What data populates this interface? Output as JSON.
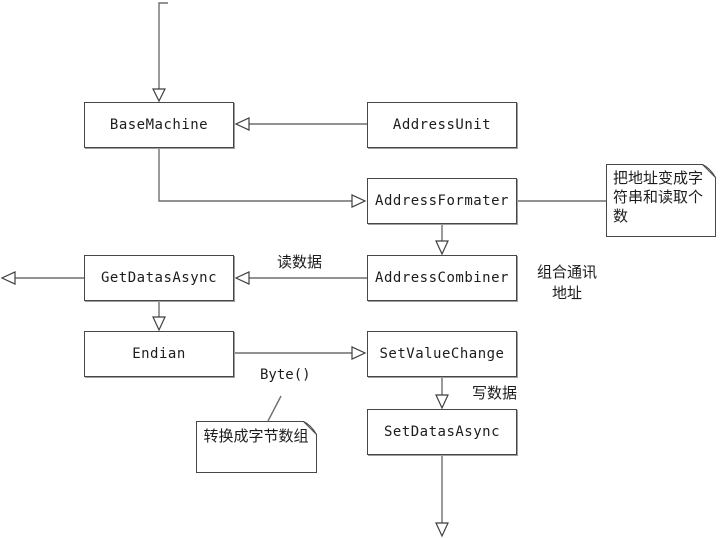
{
  "diagram": {
    "nodes": [
      {
        "id": "base-machine",
        "label": "BaseMachine"
      },
      {
        "id": "address-unit",
        "label": "AddressUnit"
      },
      {
        "id": "address-formater",
        "label": "AddressFormater"
      },
      {
        "id": "get-datas-async",
        "label": "GetDatasAsync"
      },
      {
        "id": "address-combiner",
        "label": "AddressCombiner"
      },
      {
        "id": "endian",
        "label": "Endian"
      },
      {
        "id": "set-value-change",
        "label": "SetValueChange"
      },
      {
        "id": "set-datas-async",
        "label": "SetDatasAsync"
      }
    ],
    "notes": [
      {
        "id": "note-address-format",
        "text": "把地址变成字符串和读取个数"
      },
      {
        "id": "note-byte-array",
        "text": "转换成字节数组"
      }
    ],
    "edge_labels": [
      {
        "id": "read-data",
        "text": "读数据"
      },
      {
        "id": "combine-address",
        "text": "组合通讯\n地址"
      },
      {
        "id": "byte-call",
        "text": "Byte()"
      },
      {
        "id": "write-data",
        "text": "写数据"
      }
    ],
    "colors": {
      "line": "#6e6e6e",
      "arrowhead_outline": "#3f3f3f",
      "node_border": "#474545",
      "background": "#ffffff",
      "text": "#1c1c1c"
    }
  }
}
